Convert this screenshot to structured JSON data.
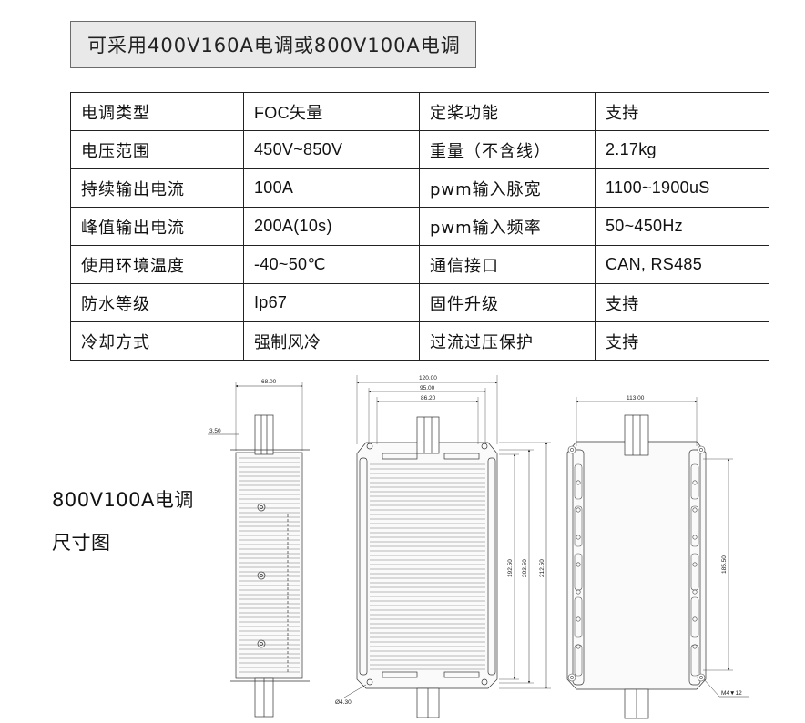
{
  "title": "可采用400V160A电调或800V100A电调",
  "spec_table": {
    "rows": [
      [
        "电调类型",
        "FOC矢量",
        "定桨功能",
        "支持"
      ],
      [
        "电压范围",
        "450V~850V",
        "重量（不含线）",
        "2.17kg"
      ],
      [
        "持续输出电流",
        "100A",
        "pwm输入脉宽",
        "1100~1900uS"
      ],
      [
        "峰值输出电流",
        "200A(10s)",
        "pwm输入频率",
        "50~450Hz"
      ],
      [
        "使用环境温度",
        "-40~50℃",
        "通信接口",
        "CAN, RS485"
      ],
      [
        "防水等级",
        "Ip67",
        "固件升级",
        "支持"
      ],
      [
        "冷却方式",
        "强制风冷",
        "过流过压保护",
        "支持"
      ]
    ]
  },
  "drawing": {
    "caption_line1": "800V100A电调",
    "caption_line2": "尺寸图",
    "side_view": {
      "width_dim": "68.00",
      "offset_dim": "3.50"
    },
    "top_view": {
      "dims_top": [
        "120.00",
        "95.00",
        "86.20"
      ],
      "dims_right": [
        "192.50",
        "203.50",
        "212.50"
      ],
      "hole_dim": "Ø4.30"
    },
    "bottom_view": {
      "dim_top": "113.00",
      "dim_right": "185.50",
      "screw_dim": "M4▼12"
    }
  }
}
